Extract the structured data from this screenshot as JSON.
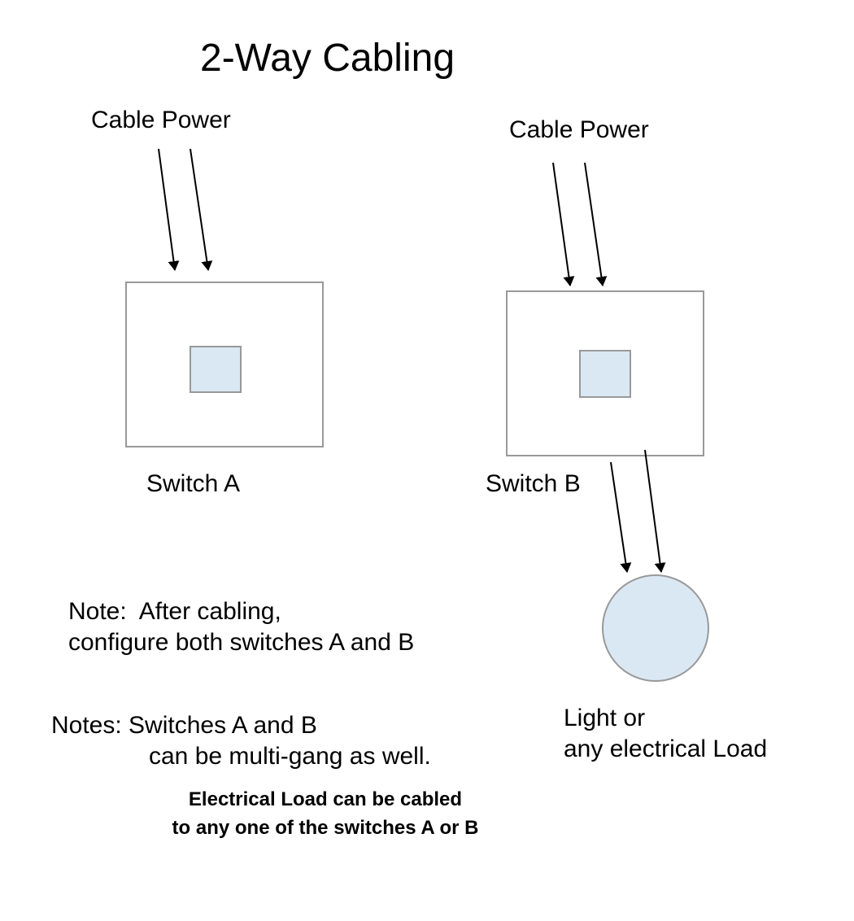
{
  "title": "2-Way Cabling",
  "switch_a": {
    "cable_label": "Cable Power",
    "name": "Switch A"
  },
  "switch_b": {
    "cable_label": "Cable Power",
    "name": "Switch B"
  },
  "load": {
    "line1": "Light or",
    "line2": "any electrical Load"
  },
  "note": {
    "line1": "Note:  After cabling,",
    "line2": "configure both switches A and B"
  },
  "notes": {
    "line1": "Notes: Switches A and B",
    "line2": "can be multi-gang as well."
  },
  "bold_note": {
    "line1": "Electrical Load can be cabled",
    "line2": "to any one of the switches A or B"
  },
  "colors": {
    "box_stroke": "#999999",
    "fill_blue": "#dae8f4",
    "arrow": "#000000"
  }
}
